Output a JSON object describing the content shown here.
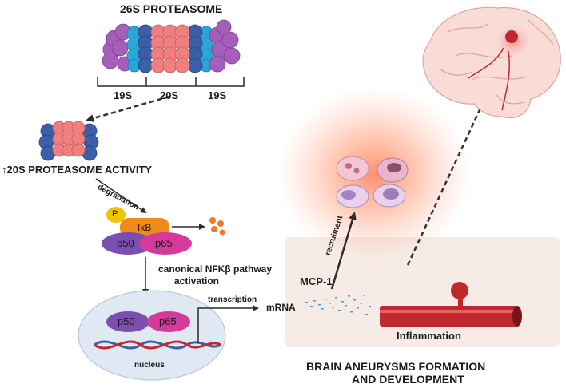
{
  "proteasome": {
    "title": "26S PROTEASOME",
    "label_19s_left": "19S",
    "label_20s": "20S",
    "label_19s_right": "19S",
    "activity_label": "↑20S PROTEASOME ACTIVITY"
  },
  "pathway": {
    "degradation": "degradation",
    "phospho": "P",
    "ikb": "IκB",
    "p50": "p50",
    "p65": "p65",
    "canonical_line1": "canonical NFKβ pathway",
    "canonical_line2": "activation",
    "nucleus_p50": "p50",
    "nucleus_p65": "p65",
    "nucleus": "nucleus",
    "transcription": "transcription",
    "mrna": "mRNA"
  },
  "vessel": {
    "mcp1": "MCP-1",
    "recruitment": "recruiment",
    "inflammation": "Inflammation"
  },
  "footer": {
    "line1": "BRAIN ANEURYSMS FORMATION",
    "line2": "AND DEVELOPMENT"
  },
  "colors": {
    "cap": "#a65fb8",
    "alpha_blue": "#2aa6d9",
    "beta_pink": "#f08080",
    "dark_blue": "#3b5ea8",
    "phospho": "#f2c400",
    "ikb": "#f08a1a",
    "p50": "#7a4fb0",
    "p65": "#d43a9a",
    "vessel_red": "#c0282c",
    "panel": "#f7ebe6",
    "nucleus_fill": "#dfe8f3"
  }
}
